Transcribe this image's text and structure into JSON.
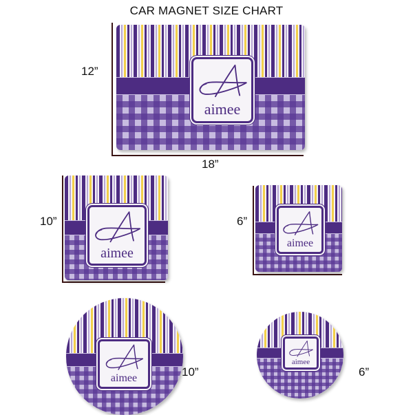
{
  "title": "CAR MAGNET SIZE CHART",
  "colors": {
    "purple": "#4d2c82",
    "light_purple": "#b8a8d4",
    "yellow": "#f2d04a",
    "white": "#f4f1f8",
    "dimension_line": "#3a1414"
  },
  "magnets": [
    {
      "shape": "rectangle",
      "height_label": "12”",
      "width_label": "18”",
      "monogram_initial": "A",
      "monogram_name": "aimee"
    },
    {
      "shape": "square",
      "height_label": "10”",
      "monogram_initial": "A",
      "monogram_name": "aimee"
    },
    {
      "shape": "square",
      "height_label": "6”",
      "monogram_initial": "A",
      "monogram_name": "aimee"
    },
    {
      "shape": "circle",
      "size_label": "10”",
      "monogram_initial": "A",
      "monogram_name": "aimee"
    },
    {
      "shape": "circle",
      "size_label": "6”",
      "monogram_initial": "A",
      "monogram_name": "aimee"
    }
  ]
}
